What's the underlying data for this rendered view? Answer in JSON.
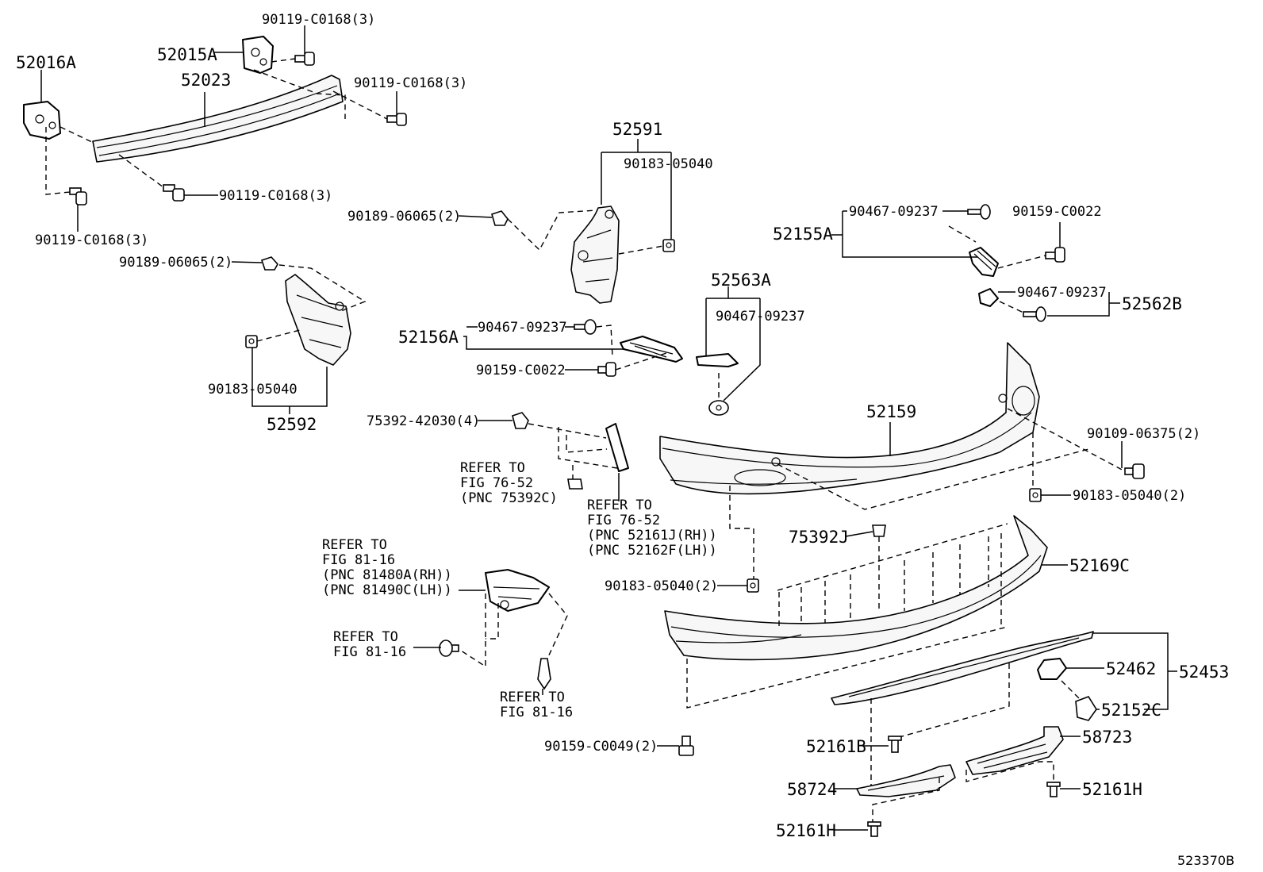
{
  "diagram_id": "523370B",
  "labels": {
    "p52016A": "52016A",
    "p52015A": "52015A",
    "p52023": "52023",
    "b0168_top": "90119-C0168(3)",
    "b0168_mid": "90119-C0168(3)",
    "b0168_low": "90119-C0168(3)",
    "b0168_left": "90119-C0168(3)",
    "p52591": "52591",
    "c05040_a": "90183-05040",
    "n06065_a": "90189-06065(2)",
    "n06065_b": "90189-06065(2)",
    "c05040_b": "90183-05040",
    "p52592": "52592",
    "p52155A": "52155A",
    "s09237_a": "90467-09237",
    "s0022_a": "90159-C0022",
    "s09237_b": "90467-09237",
    "p52562B": "52562B",
    "p52563A": "52563A",
    "s09237_c": "90467-09237",
    "p52156A": "52156A",
    "s09237_d": "90467-09237",
    "s0022_b": "90159-C0022",
    "p52159": "52159",
    "b06375": "90109-06375(2)",
    "c05040_c": "90183-05040(2)",
    "r75392": "75392-42030(4)",
    "ref1_l1": "REFER TO",
    "ref1_l2": "FIG 76-52",
    "ref1_l3": "(PNC 75392C)",
    "ref2_l1": "REFER TO",
    "ref2_l2": "FIG 76-52",
    "ref2_l3": "(PNC 52161J(RH))",
    "ref2_l4": "(PNC 52162F(LH))",
    "p75392J": "75392J",
    "p52169C": "52169C",
    "ref3_l1": "REFER TO",
    "ref3_l2": "FIG 81-16",
    "ref3_l3": "(PNC 81480A(RH))",
    "ref3_l4": "(PNC 81490C(LH))",
    "c05040_d": "90183-05040(2)",
    "ref4_l1": "REFER TO",
    "ref4_l2": "FIG 81-16",
    "ref5_l1": "REFER TO",
    "ref5_l2": "FIG 81-16",
    "p52462": "52462",
    "p52453": "52453",
    "p52152C": "52152C",
    "s0049": "90159-C0049(2)",
    "p52161B": "52161B",
    "p58723": "58723",
    "p58724": "58724",
    "p52161H_a": "52161H",
    "p52161H_b": "52161H"
  }
}
